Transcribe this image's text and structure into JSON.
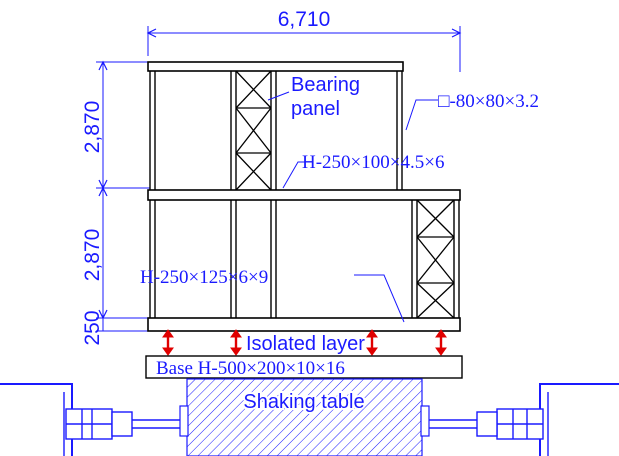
{
  "colors": {
    "structure": "#000000",
    "annotation": "#1a1aff",
    "isolator_arrow": "#e00000",
    "background": "#ffffff"
  },
  "dimensions": {
    "overall_width": "6,710",
    "story_2_height": "2,870",
    "story_1_height": "2,870",
    "isolation_height": "250"
  },
  "labels": {
    "bearing_panel_line1": "Bearing",
    "bearing_panel_line2": "panel",
    "column_section": "□-80×80×3.2",
    "beam_upper": "H-250×100×4.5×6",
    "beam_lower": "H-250×125×6×9",
    "isolated_layer": "Isolated layer",
    "base_beam": "Base H-500×200×10×16",
    "shaking_table": "Shaking table"
  },
  "icons": {
    "isolator": "double-arrow-icon",
    "bracing": "cross-brace-icon"
  }
}
